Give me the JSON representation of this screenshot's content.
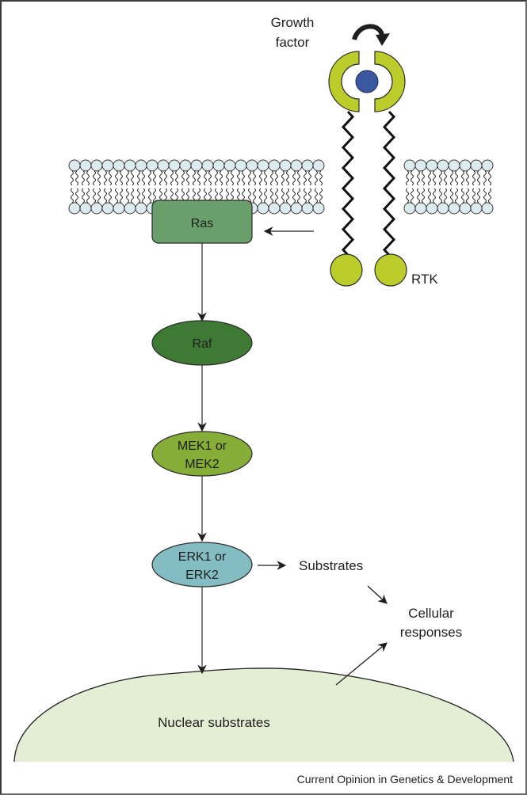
{
  "figure": {
    "type": "signaling-pathway",
    "credit": "Current Opinion in Genetics & Development"
  },
  "labels": {
    "growth_factor_line1": "Growth",
    "growth_factor_line2": "factor",
    "rtk": "RTK",
    "ras": "Ras",
    "raf": "Raf",
    "mek_line1": "MEK1 or",
    "mek_line2": "MEK2",
    "erk_line1": "ERK1 or",
    "erk_line2": "ERK2",
    "substrates": "Substrates",
    "cellular_line1": "Cellular",
    "cellular_line2": "responses",
    "nuclear": "Nuclear substrates"
  },
  "nodes": [
    {
      "id": "ras",
      "shape": "rounded-rect",
      "label": "Ras"
    },
    {
      "id": "raf",
      "shape": "ellipse",
      "label": "Raf"
    },
    {
      "id": "mek",
      "shape": "ellipse",
      "label": "MEK1 or MEK2"
    },
    {
      "id": "erk",
      "shape": "ellipse",
      "label": "ERK1 or ERK2"
    },
    {
      "id": "substrates",
      "shape": "text",
      "label": "Substrates"
    },
    {
      "id": "cellular",
      "shape": "text",
      "label": "Cellular responses"
    },
    {
      "id": "nucleus",
      "shape": "dome",
      "label": "Nuclear substrates"
    },
    {
      "id": "rtk",
      "shape": "receptor",
      "label": "RTK"
    },
    {
      "id": "growth_factor",
      "shape": "ligand",
      "label": "Growth factor"
    }
  ],
  "edges": [
    {
      "from": "rtk",
      "to": "ras"
    },
    {
      "from": "ras",
      "to": "raf"
    },
    {
      "from": "raf",
      "to": "mek"
    },
    {
      "from": "mek",
      "to": "erk"
    },
    {
      "from": "erk",
      "to": "substrates"
    },
    {
      "from": "erk",
      "to": "nucleus"
    },
    {
      "from": "substrates",
      "to": "cellular"
    },
    {
      "from": "nucleus",
      "to": "cellular"
    }
  ],
  "colors": {
    "ras": "#6a9e6a",
    "raf": "#3f7a34",
    "mek": "#86ad38",
    "erk": "#84bcc4",
    "receptor": "#bccc2a",
    "ligand": "#3a58a0",
    "membrane_head": "#dcecee",
    "nucleus": "#e4eed4",
    "stroke": "#2a2a2a"
  }
}
